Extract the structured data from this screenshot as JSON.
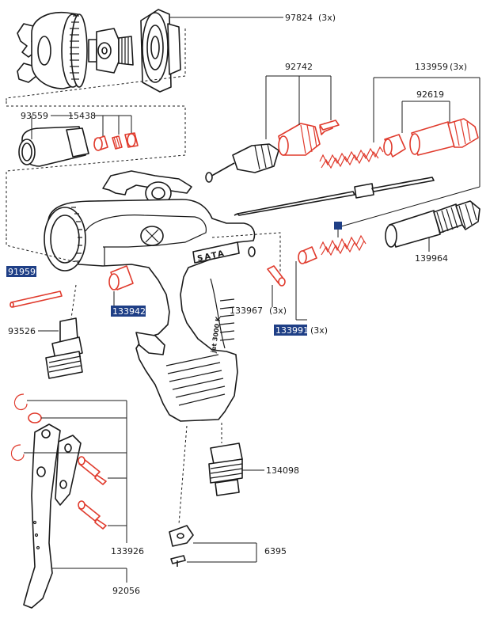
{
  "colors": {
    "highlight_bg": "#1f3f86",
    "highlight_text": "#ffffff",
    "spare_part_red": "#e03a2c",
    "line": "#1a1a1a"
  },
  "gun": {
    "brand_plate": "SATA",
    "model_text": "jet 3000 K"
  },
  "labels": {
    "p97824": "97824",
    "p97824_qty": "(3x)",
    "p92742": "92742",
    "p133959": "133959",
    "p133959_qty": "(3x)",
    "p92619": "92619",
    "p93559": "93559",
    "p15438": "15438",
    "p91959": "91959",
    "p133942": "133942",
    "p93526": "93526",
    "p139964": "139964",
    "p133967": "133967",
    "p133967_qty": "(3x)",
    "p133991": "133991",
    "p133991_qty": "(3x)",
    "p134098": "134098",
    "p133926": "133926",
    "p6395": "6395",
    "p92056": "92056"
  }
}
